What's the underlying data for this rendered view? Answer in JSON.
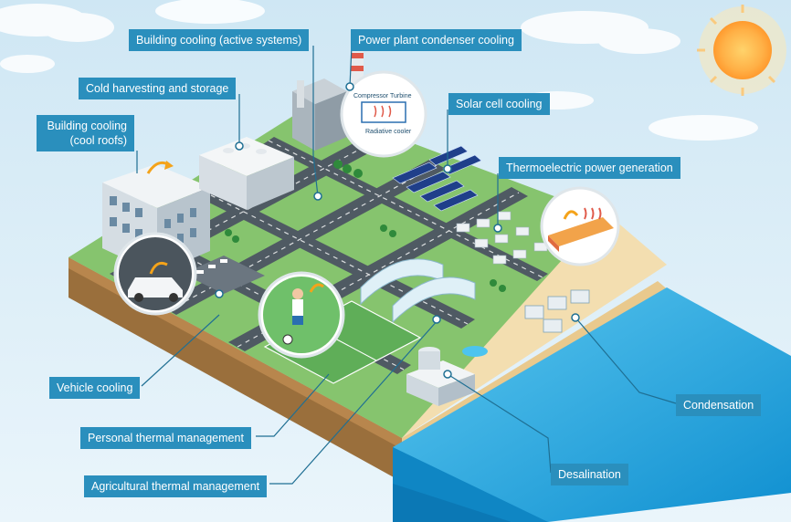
{
  "colors": {
    "label_bg": "#2a8fbd",
    "leader": "#1f6f93",
    "sky": "#d8ecf6",
    "ground": "#7cc06a",
    "road": "#4f5a63",
    "sand": "#f1d9a6",
    "sea": "#1ca4e0",
    "sun": "#ffb347"
  },
  "callouts": [
    {
      "id": "building-cooling-active",
      "text": "Building cooling (active systems)"
    },
    {
      "id": "power-plant-condenser",
      "text": "Power plant condenser cooling"
    },
    {
      "id": "cold-harvesting",
      "text": "Cold harvesting and storage"
    },
    {
      "id": "cool-roofs-line1",
      "text": "Building cooling"
    },
    {
      "id": "cool-roofs-line2",
      "text": "(cool roofs)"
    },
    {
      "id": "solar-cell-cooling",
      "text": "Solar cell cooling"
    },
    {
      "id": "thermoelectric",
      "text": "Thermoelectric power generation"
    },
    {
      "id": "vehicle-cooling",
      "text": "Vehicle cooling"
    },
    {
      "id": "personal-thermal",
      "text": "Personal thermal management"
    },
    {
      "id": "agricultural-thermal",
      "text": "Agricultural thermal management"
    },
    {
      "id": "condensation",
      "text": "Condensation"
    },
    {
      "id": "desalination",
      "text": "Desalination"
    }
  ],
  "inset_text": {
    "compressor": "Compressor",
    "turbine": "Turbine",
    "radiative_cooler": "Radiative cooler"
  }
}
